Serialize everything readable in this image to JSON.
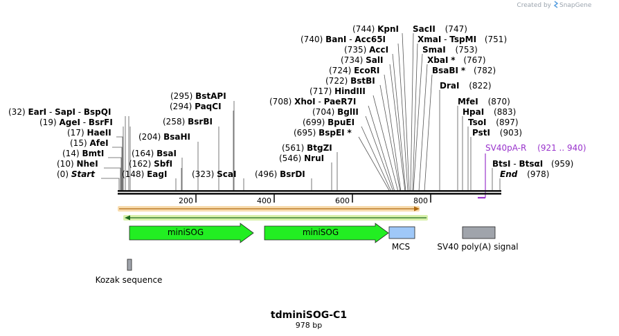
{
  "credit": {
    "prefix": "Created by",
    "brand": "SnapGene"
  },
  "map": {
    "title": "tdminiSOG-C1",
    "length_label": "978 bp",
    "length_bp": 978,
    "axis_ticks": [
      "200",
      "400",
      "600",
      "800"
    ],
    "sites": [
      {
        "id": "start",
        "pos": "(0)",
        "name": "Start",
        "italic": true
      },
      {
        "id": "nhei",
        "pos": "(10)",
        "name": "NheI"
      },
      {
        "id": "bmti",
        "pos": "(14)",
        "name": "BmtI"
      },
      {
        "id": "afei",
        "pos": "(15)",
        "name": "AfeI"
      },
      {
        "id": "haeii",
        "pos": "(17)",
        "name": "HaeII"
      },
      {
        "id": "agei",
        "pos": "(19)",
        "name": "AgeI",
        "alt": "BsrFI"
      },
      {
        "id": "eari",
        "pos": "(32)",
        "name": "EarI",
        "alt": "SapI",
        "alt2": "BspQI"
      },
      {
        "id": "eagi",
        "pos": "(148)",
        "name": "EagI"
      },
      {
        "id": "sbfi",
        "pos": "(162)",
        "name": "SbfI"
      },
      {
        "id": "bsai",
        "pos": "(164)",
        "name": "BsaI"
      },
      {
        "id": "bsahi",
        "pos": "(204)",
        "name": "BsaHI"
      },
      {
        "id": "bsrbi",
        "pos": "(258)",
        "name": "BsrBI"
      },
      {
        "id": "paqci",
        "pos": "(294)",
        "name": "PaqCI"
      },
      {
        "id": "bstapi",
        "pos": "(295)",
        "name": "BstAPI"
      },
      {
        "id": "scai",
        "pos": "(323)",
        "name": "ScaI"
      },
      {
        "id": "bsrdi",
        "pos": "(496)",
        "name": "BsrDI"
      },
      {
        "id": "nrui",
        "pos": "(546)",
        "name": "NruI"
      },
      {
        "id": "btgzi",
        "pos": "(561)",
        "name": "BtgZI"
      },
      {
        "id": "bspei",
        "pos": "(695)",
        "name": "BspEI",
        "star": "*"
      },
      {
        "id": "bpuei",
        "pos": "(699)",
        "name": "BpuEI"
      },
      {
        "id": "bglii",
        "pos": "(704)",
        "name": "BglII"
      },
      {
        "id": "xhoi",
        "pos": "(708)",
        "name": "XhoI",
        "alt": "PaeR7I"
      },
      {
        "id": "hindiii",
        "pos": "(717)",
        "name": "HindIII"
      },
      {
        "id": "bstbi",
        "pos": "(722)",
        "name": "BstBI"
      },
      {
        "id": "ecori",
        "pos": "(724)",
        "name": "EcoRI"
      },
      {
        "id": "sali",
        "pos": "(734)",
        "name": "SalI"
      },
      {
        "id": "acci",
        "pos": "(735)",
        "name": "AccI"
      },
      {
        "id": "bani",
        "pos": "(740)",
        "name": "BanI",
        "alt": "Acc65I"
      },
      {
        "id": "kpni",
        "pos": "(744)",
        "name": "KpnI"
      },
      {
        "id": "sacii",
        "pos": "(747)",
        "name": "SacII"
      },
      {
        "id": "xmai",
        "pos": "(751)",
        "name": "XmaI",
        "alt": "TspMI"
      },
      {
        "id": "smai",
        "pos": "(753)",
        "name": "SmaI"
      },
      {
        "id": "xbai",
        "pos": "(767)",
        "name": "XbaI",
        "star": "*"
      },
      {
        "id": "bsabi",
        "pos": "(782)",
        "name": "BsaBI",
        "star": "*"
      },
      {
        "id": "drai",
        "pos": "(822)",
        "name": "DraI"
      },
      {
        "id": "mfei",
        "pos": "(870)",
        "name": "MfeI"
      },
      {
        "id": "hpai",
        "pos": "(883)",
        "name": "HpaI"
      },
      {
        "id": "tsoi",
        "pos": "(897)",
        "name": "TsoI"
      },
      {
        "id": "psti",
        "pos": "(903)",
        "name": "PstI"
      },
      {
        "id": "btsi",
        "pos": "(959)",
        "name": "BtsI",
        "alt": "BtsαI"
      },
      {
        "id": "end",
        "pos": "(978)",
        "name": "End",
        "italic": true
      }
    ],
    "primer": {
      "name": "SV40pA-R",
      "range": "(921 .. 940)"
    },
    "features": [
      {
        "id": "minisog1",
        "label": "miniSOG",
        "color": "#22ee22"
      },
      {
        "id": "minisog2",
        "label": "miniSOG",
        "color": "#22ee22"
      },
      {
        "id": "mcs",
        "label": "MCS",
        "color": "#9fc8f8"
      },
      {
        "id": "sv40",
        "label": "SV40 poly(A) signal",
        "color": "#a0a4ab"
      },
      {
        "id": "kozak",
        "label": "Kozak sequence",
        "color": "#a0a4ab"
      }
    ],
    "orf_colors": {
      "forward": "#e8a030",
      "reverse": "#2e8b2e"
    }
  }
}
